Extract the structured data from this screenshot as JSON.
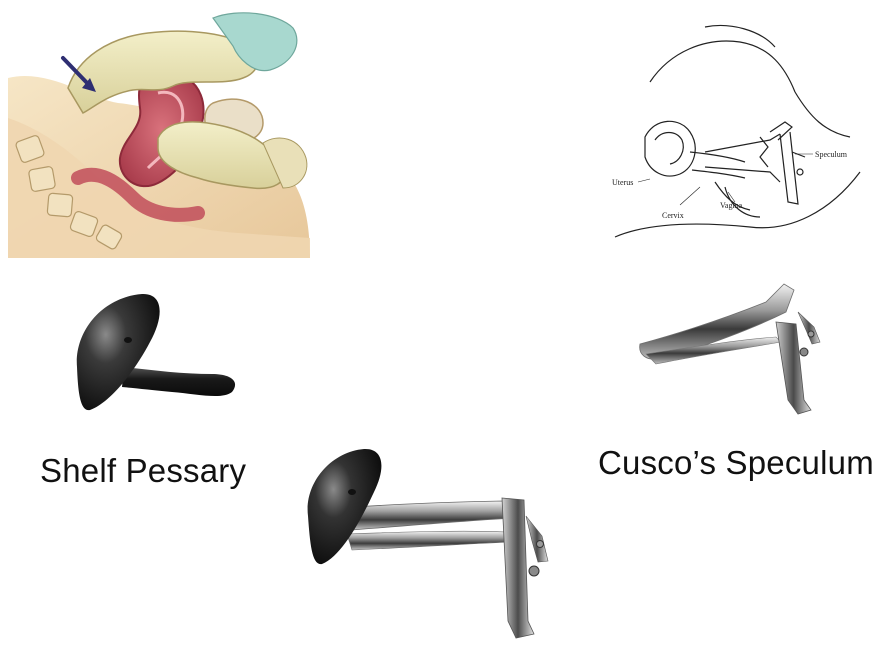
{
  "captions": {
    "shelf_pessary": "Shelf Pessary",
    "cusco_speculum": "Cusco’s Speculum"
  },
  "diagram_labels": {
    "speculum": "Speculum",
    "uterus": "Uterus",
    "cervix": "Cervix",
    "vagina": "Vagina"
  }
}
